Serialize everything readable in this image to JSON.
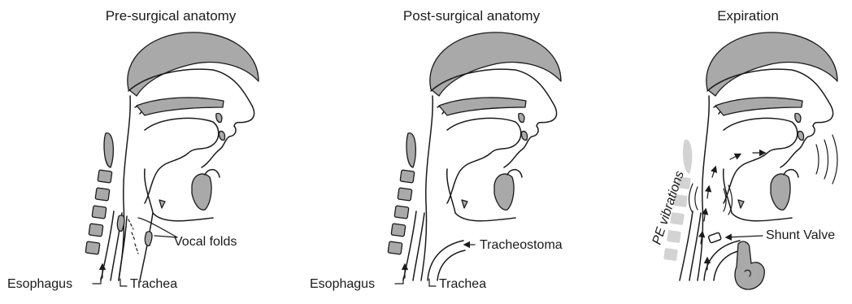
{
  "panels": [
    {
      "title": "Pre-surgical anatomy",
      "labels": {
        "vocal_folds": "Vocal folds",
        "esophagus": "Esophagus",
        "trachea": "Trachea"
      }
    },
    {
      "title": "Post-surgical anatomy",
      "labels": {
        "tracheostoma": "Tracheostoma",
        "esophagus": "Esophagus",
        "trachea": "Trachea"
      }
    },
    {
      "title": "Expiration",
      "labels": {
        "pe_vibrations": "PE vibrations",
        "shunt_valve": "Shunt Valve"
      }
    }
  ]
}
